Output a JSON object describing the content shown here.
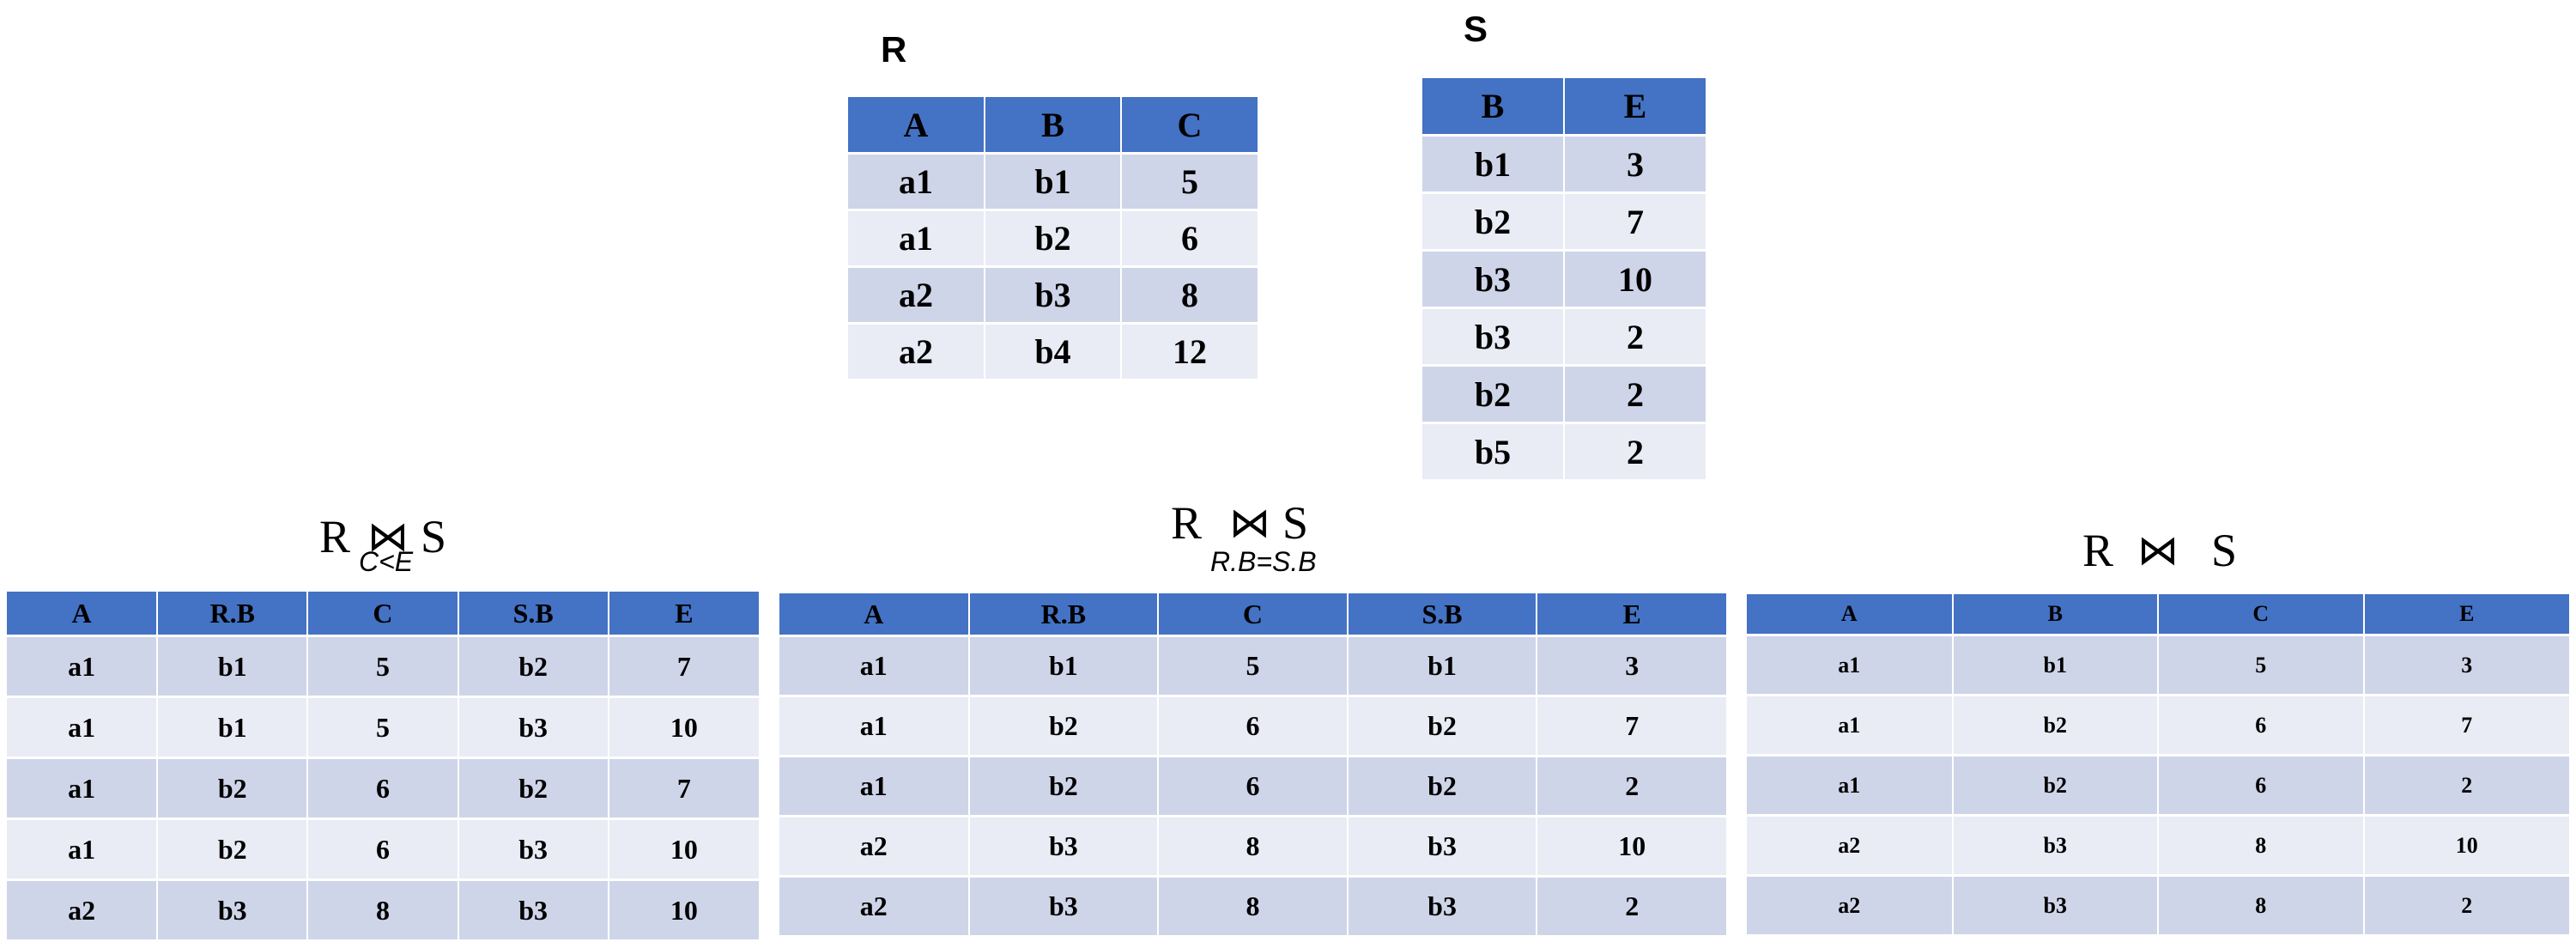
{
  "relation_r": {
    "name": "R",
    "columns": [
      "A",
      "B",
      "C"
    ],
    "rows": [
      [
        "a1",
        "b1",
        "5"
      ],
      [
        "a1",
        "b2",
        "6"
      ],
      [
        "a2",
        "b3",
        "8"
      ],
      [
        "a2",
        "b4",
        "12"
      ]
    ]
  },
  "relation_s": {
    "name": "S",
    "columns": [
      "B",
      "E"
    ],
    "rows": [
      [
        "b1",
        "3"
      ],
      [
        "b2",
        "7"
      ],
      [
        "b3",
        "10"
      ],
      [
        "b3",
        "2"
      ],
      [
        "b2",
        "2"
      ],
      [
        "b5",
        "2"
      ]
    ]
  },
  "theta_join": {
    "left": "R",
    "operator": "⋈",
    "right": "S",
    "condition": "C<E",
    "columns": [
      "A",
      "R.B",
      "C",
      "S.B",
      "E"
    ],
    "rows": [
      [
        "a1",
        "b1",
        "5",
        "b2",
        "7"
      ],
      [
        "a1",
        "b1",
        "5",
        "b3",
        "10"
      ],
      [
        "a1",
        "b2",
        "6",
        "b2",
        "7"
      ],
      [
        "a1",
        "b2",
        "6",
        "b3",
        "10"
      ],
      [
        "a2",
        "b3",
        "8",
        "b3",
        "10"
      ]
    ]
  },
  "equi_join": {
    "left": "R",
    "operator": "⋈",
    "right": "S",
    "condition": "R.B=S.B",
    "columns": [
      "A",
      "R.B",
      "C",
      "S.B",
      "E"
    ],
    "rows": [
      [
        "a1",
        "b1",
        "5",
        "b1",
        "3"
      ],
      [
        "a1",
        "b2",
        "6",
        "b2",
        "7"
      ],
      [
        "a1",
        "b2",
        "6",
        "b2",
        "2"
      ],
      [
        "a2",
        "b3",
        "8",
        "b3",
        "10"
      ],
      [
        "a2",
        "b3",
        "8",
        "b3",
        "2"
      ]
    ]
  },
  "natural_join": {
    "left": "R",
    "operator": "⋈",
    "right": "S",
    "columns": [
      "A",
      "B",
      "C",
      "E"
    ],
    "rows": [
      [
        "a1",
        "b1",
        "5",
        "3"
      ],
      [
        "a1",
        "b2",
        "6",
        "7"
      ],
      [
        "a1",
        "b2",
        "6",
        "2"
      ],
      [
        "a2",
        "b3",
        "8",
        "10"
      ],
      [
        "a2",
        "b3",
        "8",
        "2"
      ]
    ]
  }
}
